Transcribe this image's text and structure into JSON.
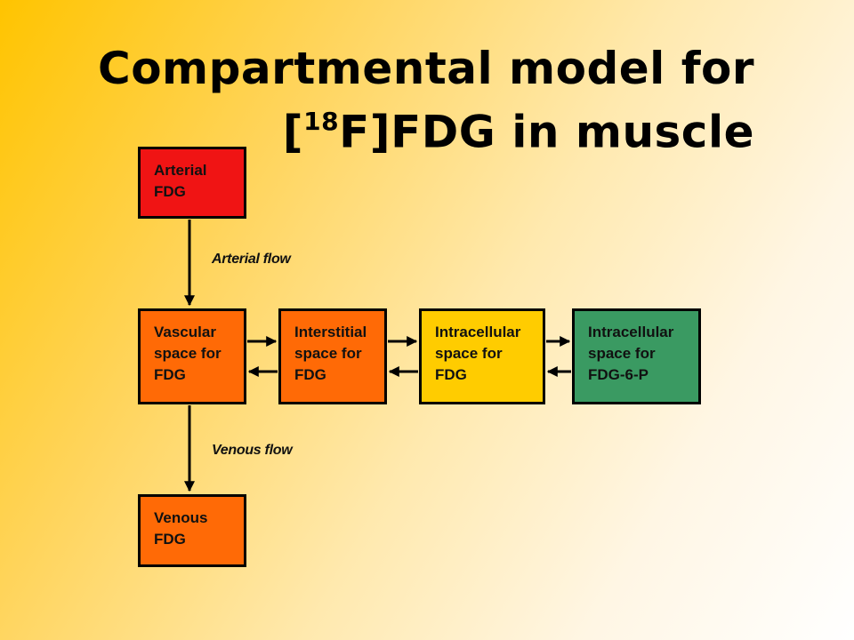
{
  "title": {
    "line1": "Compartmental model for",
    "line2_prefix": "[",
    "line2_sup": "18",
    "line2_rest": "F]FDG in muscle"
  },
  "boxes": {
    "arterial": {
      "lines": [
        "Arterial",
        "FDG"
      ],
      "color": "#f01414"
    },
    "vascular": {
      "lines": [
        "Vascular",
        "space for",
        "FDG"
      ],
      "color": "#ff6a06"
    },
    "interstitial": {
      "lines": [
        "Interstitial",
        "space for",
        "FDG"
      ],
      "color": "#ff6a06"
    },
    "intracellular_fdg": {
      "lines": [
        "Intracellular",
        "space for",
        "FDG"
      ],
      "color": "#ffcc00"
    },
    "intracellular_fdg6p": {
      "lines": [
        "Intracellular",
        "space for",
        "FDG-6-P"
      ],
      "color": "#3a9a62"
    },
    "venous": {
      "lines": [
        "Venous",
        "FDG"
      ],
      "color": "#ff6a06"
    }
  },
  "labels": {
    "arterial_flow": "Arterial flow",
    "venous_flow": "Venous flow"
  }
}
